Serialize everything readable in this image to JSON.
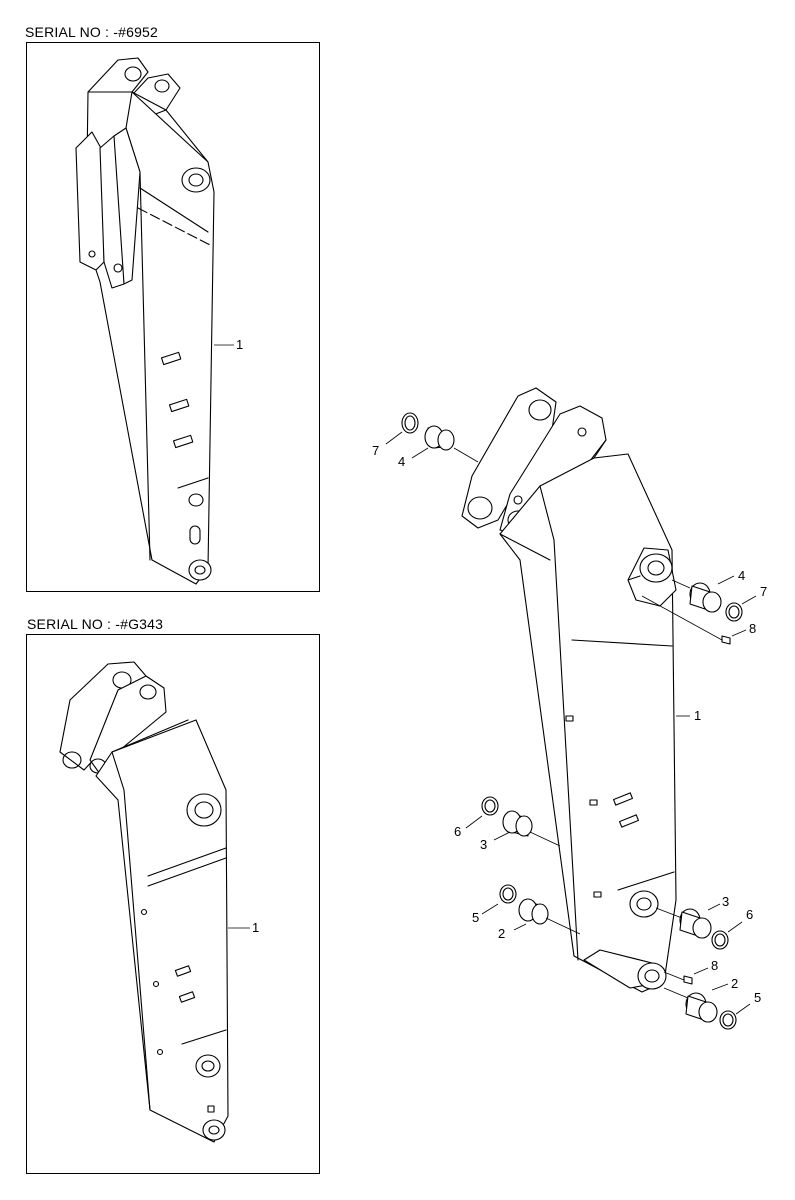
{
  "views": [
    {
      "serial_label": "SERIAL NO : -#6952"
    },
    {
      "serial_label": "SERIAL NO : -#G343"
    }
  ],
  "callouts": {
    "top_panel": [
      "1"
    ],
    "bottom_panel": [
      "1"
    ],
    "main": [
      "1",
      "2",
      "2",
      "3",
      "3",
      "4",
      "4",
      "5",
      "5",
      "6",
      "6",
      "7",
      "7",
      "8",
      "8"
    ]
  }
}
